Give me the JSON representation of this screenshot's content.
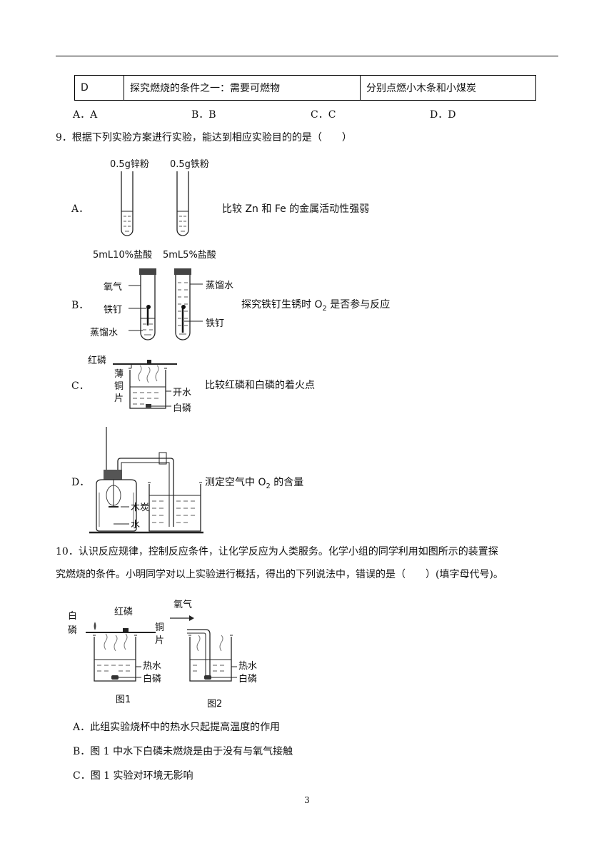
{
  "table_row": {
    "col1": "D",
    "col2": "探究燃烧的条件之一：需要可燃物",
    "col3": "分别点燃小木条和小煤炭"
  },
  "q8_options": [
    "A．A",
    "B．B",
    "C．C",
    "D．D"
  ],
  "q9": {
    "stem": "9．根据下列实验方案进行实验，能达到相应实验目的的是（　　）",
    "A": {
      "label": "A．",
      "tube1_top": "0.5g锌粉",
      "tube2_top": "0.5g铁粉",
      "tube1_bottom": "5mL10%盐酸",
      "tube2_bottom": "5mL5%盐酸",
      "desc": "比较 Zn  和  Fe  的金属活动性强弱"
    },
    "B": {
      "label": "B．",
      "oxygen": "氧气",
      "nail": "铁钉",
      "water": "蒸馏水",
      "water2": "蒸馏水",
      "nail2": "铁钉",
      "desc_pre": "探究铁钉生锈时 O",
      "desc_sub": "2",
      "desc_post": " 是否参与反应"
    },
    "C": {
      "label": "C．",
      "red_p": "红磷",
      "copper_1": "薄",
      "copper_2": "铜",
      "copper_3": "片",
      "hot_water": "开水",
      "white_p": "白磷",
      "desc": "比较红磷和白磷的着火点"
    },
    "D": {
      "label": "D．",
      "charcoal": "木炭",
      "water": "水",
      "desc_pre": "测定空气中  O",
      "desc_sub": "2",
      "desc_post": " 的含量"
    }
  },
  "q10": {
    "stem_line1": "10．认识反应规律，控制反应条件，让化学反应为人类服务。化学小组的同学利用如图所示的装置探",
    "stem_line2": "究燃烧的条件。小明同学对以上实验进行概括，得出的下列说法中，错误的是（　　）(填字母代号)。",
    "fig1": {
      "white_1": "白",
      "white_2": "磷",
      "red_p": "红磷",
      "copper_1": "铜",
      "copper_2": "片",
      "hot_water": "热水",
      "white_p": "白磷",
      "caption": "图1"
    },
    "fig2": {
      "oxygen": "氧气",
      "hot_water": "热水",
      "white_p": "白磷",
      "caption": "图2"
    },
    "options": {
      "A": "A．此组实验烧杯中的热水只起提高温度的作用",
      "B": "B．图 1 中水下白磷未燃烧是由于没有与氧气接触",
      "C": "C．图 1 实验对环境无影响"
    }
  },
  "page_number": "3"
}
